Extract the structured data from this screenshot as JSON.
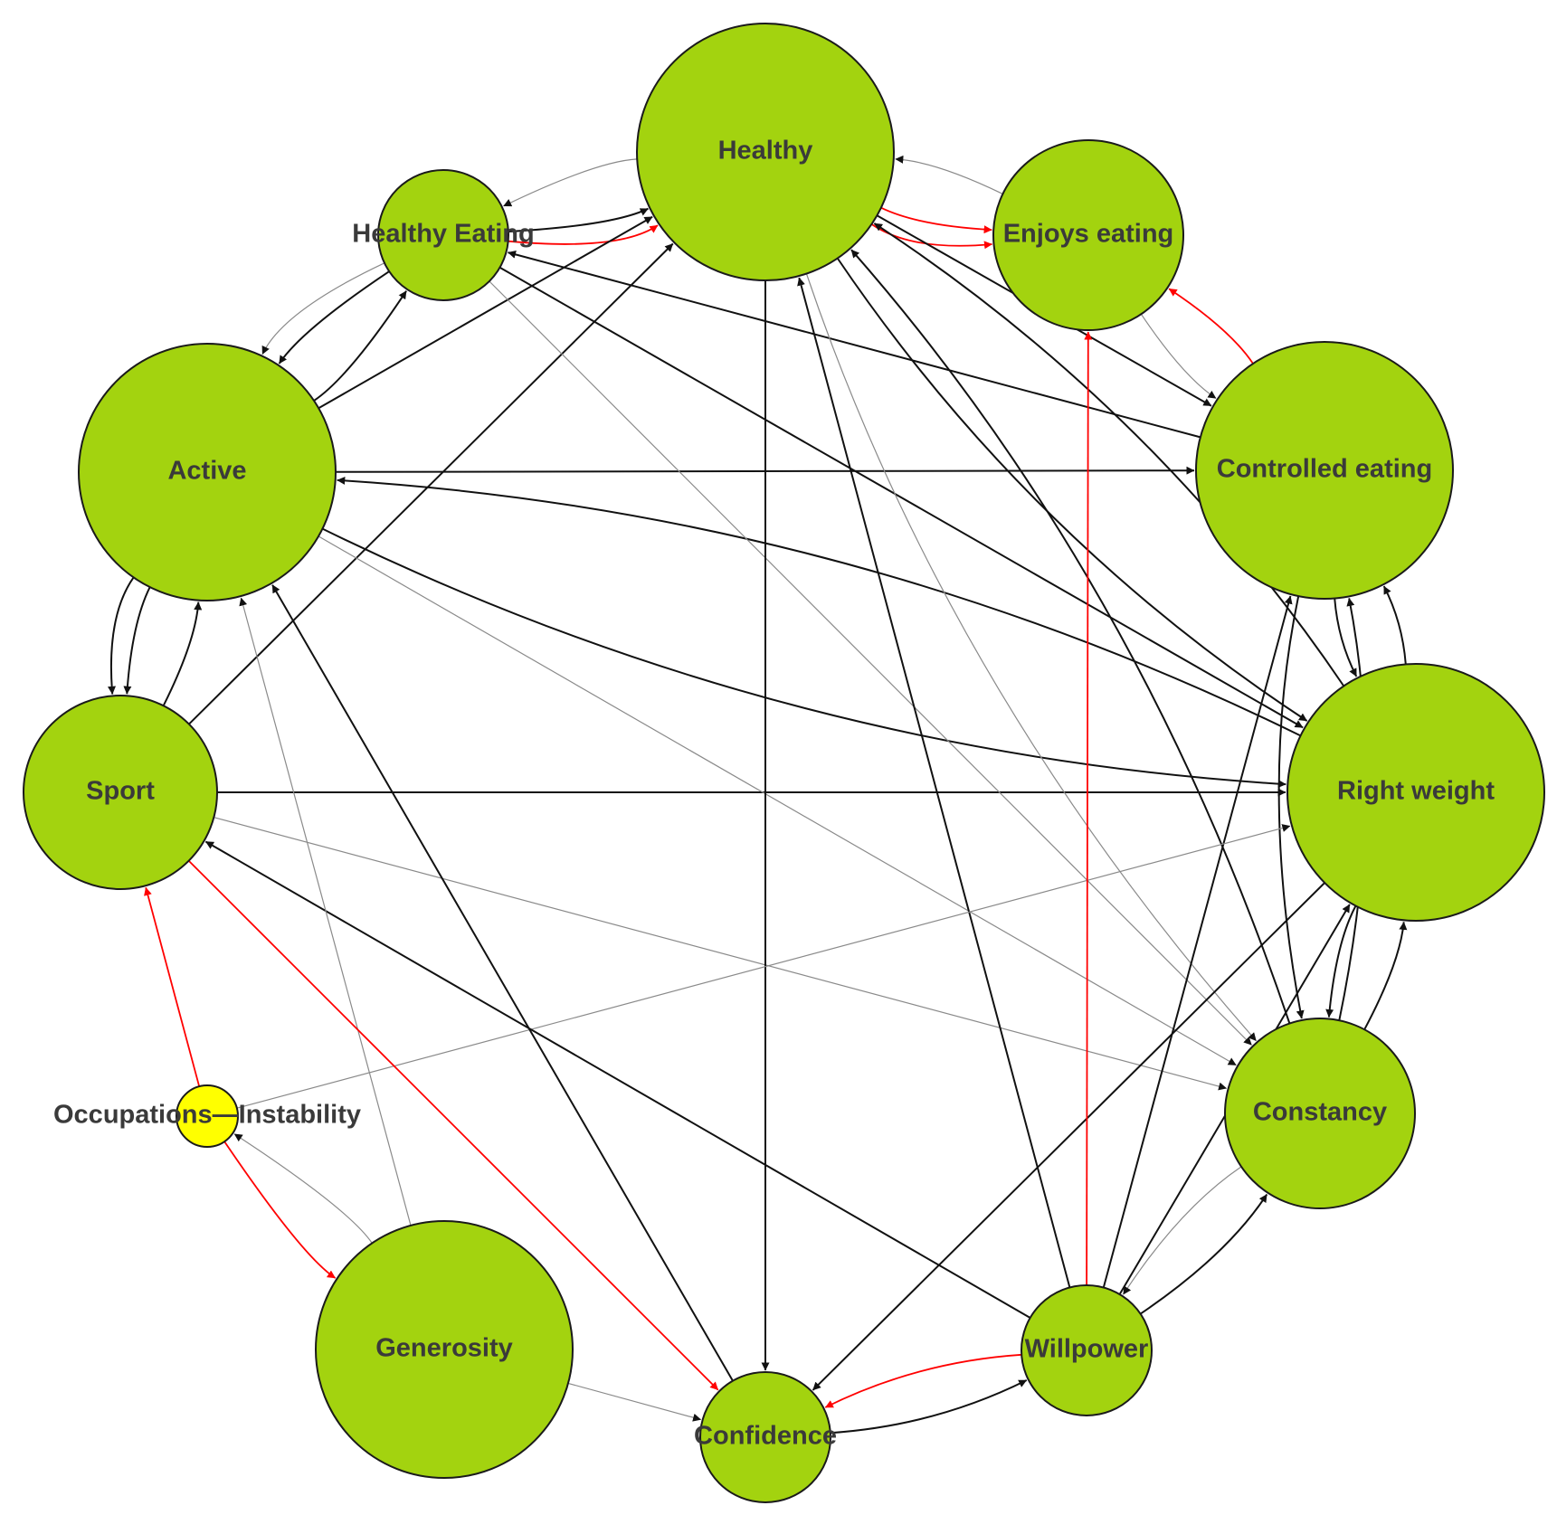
{
  "colors": {
    "node_fill": "#a3d30f",
    "highlight_node_fill": "#ffff00",
    "edge_positive": "#111111",
    "edge_light": "#8a8a8a",
    "edge_negative": "#ff0000"
  },
  "nodes": [
    {
      "id": "healthy",
      "label": "Healthy",
      "kind": "main"
    },
    {
      "id": "enjoys-eating",
      "label": "Enjoys eating",
      "kind": "main"
    },
    {
      "id": "healthy-eating",
      "label": "Healthy Eating",
      "kind": "main"
    },
    {
      "id": "active",
      "label": "Active",
      "kind": "main"
    },
    {
      "id": "controlled-eating",
      "label": "Controlled eating",
      "kind": "main"
    },
    {
      "id": "right-weight",
      "label": "Right weight",
      "kind": "main"
    },
    {
      "id": "sport",
      "label": "Sport",
      "kind": "main"
    },
    {
      "id": "constancy",
      "label": "Constancy",
      "kind": "main"
    },
    {
      "id": "occupations-instability",
      "label": "Occupations—Instability",
      "kind": "highlight"
    },
    {
      "id": "generosity",
      "label": "Generosity",
      "kind": "main"
    },
    {
      "id": "willpower",
      "label": "Willpower",
      "kind": "main"
    },
    {
      "id": "confidence",
      "label": "Confidence",
      "kind": "main"
    }
  ],
  "edges": [
    {
      "from": "healthy-eating",
      "to": "healthy",
      "type": "positive"
    },
    {
      "from": "healthy",
      "to": "healthy-eating",
      "type": "light"
    },
    {
      "from": "healthy-eating",
      "to": "healthy",
      "type": "negative"
    },
    {
      "from": "healthy",
      "to": "enjoys-eating",
      "type": "negative"
    },
    {
      "from": "healthy",
      "to": "enjoys-eating",
      "type": "negative"
    },
    {
      "from": "enjoys-eating",
      "to": "healthy",
      "type": "light"
    },
    {
      "from": "controlled-eating",
      "to": "enjoys-eating",
      "type": "negative"
    },
    {
      "from": "enjoys-eating",
      "to": "controlled-eating",
      "type": "light"
    },
    {
      "from": "healthy",
      "to": "controlled-eating",
      "type": "positive"
    },
    {
      "from": "controlled-eating",
      "to": "healthy-eating",
      "type": "positive"
    },
    {
      "from": "active",
      "to": "healthy-eating",
      "type": "positive"
    },
    {
      "from": "healthy-eating",
      "to": "active",
      "type": "positive"
    },
    {
      "from": "healthy-eating",
      "to": "active",
      "type": "light"
    },
    {
      "from": "active",
      "to": "healthy",
      "type": "positive"
    },
    {
      "from": "sport",
      "to": "healthy",
      "type": "positive"
    },
    {
      "from": "active",
      "to": "controlled-eating",
      "type": "positive"
    },
    {
      "from": "right-weight",
      "to": "active",
      "type": "positive"
    },
    {
      "from": "active",
      "to": "right-weight",
      "type": "positive"
    },
    {
      "from": "active",
      "to": "sport",
      "type": "positive"
    },
    {
      "from": "sport",
      "to": "active",
      "type": "positive"
    },
    {
      "from": "active",
      "to": "sport",
      "type": "positive"
    },
    {
      "from": "sport",
      "to": "right-weight",
      "type": "positive"
    },
    {
      "from": "sport",
      "to": "constancy",
      "type": "light"
    },
    {
      "from": "active",
      "to": "constancy",
      "type": "light"
    },
    {
      "from": "healthy-eating",
      "to": "right-weight",
      "type": "positive"
    },
    {
      "from": "healthy-eating",
      "to": "constancy",
      "type": "light"
    },
    {
      "from": "healthy",
      "to": "confidence",
      "type": "positive"
    },
    {
      "from": "healthy",
      "to": "right-weight",
      "type": "positive"
    },
    {
      "from": "right-weight",
      "to": "healthy",
      "type": "positive"
    },
    {
      "from": "healthy",
      "to": "constancy",
      "type": "light"
    },
    {
      "from": "constancy",
      "to": "healthy",
      "type": "positive"
    },
    {
      "from": "willpower",
      "to": "healthy",
      "type": "positive"
    },
    {
      "from": "controlled-eating",
      "to": "right-weight",
      "type": "positive"
    },
    {
      "from": "right-weight",
      "to": "controlled-eating",
      "type": "positive"
    },
    {
      "from": "controlled-eating",
      "to": "constancy",
      "type": "positive"
    },
    {
      "from": "constancy",
      "to": "controlled-eating",
      "type": "positive"
    },
    {
      "from": "willpower",
      "to": "controlled-eating",
      "type": "positive"
    },
    {
      "from": "constancy",
      "to": "right-weight",
      "type": "positive"
    },
    {
      "from": "right-weight",
      "to": "constancy",
      "type": "positive"
    },
    {
      "from": "willpower",
      "to": "right-weight",
      "type": "positive"
    },
    {
      "from": "right-weight",
      "to": "confidence",
      "type": "positive"
    },
    {
      "from": "occupations-instability",
      "to": "right-weight",
      "type": "light"
    },
    {
      "from": "willpower",
      "to": "enjoys-eating",
      "type": "negative"
    },
    {
      "from": "willpower",
      "to": "sport",
      "type": "positive"
    },
    {
      "from": "willpower",
      "to": "constancy",
      "type": "positive"
    },
    {
      "from": "constancy",
      "to": "willpower",
      "type": "light"
    },
    {
      "from": "confidence",
      "to": "willpower",
      "type": "positive"
    },
    {
      "from": "willpower",
      "to": "confidence",
      "type": "negative"
    },
    {
      "from": "occupations-instability",
      "to": "sport",
      "type": "negative"
    },
    {
      "from": "occupations-instability",
      "to": "generosity",
      "type": "negative"
    },
    {
      "from": "generosity",
      "to": "occupations-instability",
      "type": "light"
    },
    {
      "from": "generosity",
      "to": "active",
      "type": "light"
    },
    {
      "from": "generosity",
      "to": "confidence",
      "type": "light"
    },
    {
      "from": "sport",
      "to": "confidence",
      "type": "negative"
    },
    {
      "from": "confidence",
      "to": "active",
      "type": "positive"
    }
  ]
}
